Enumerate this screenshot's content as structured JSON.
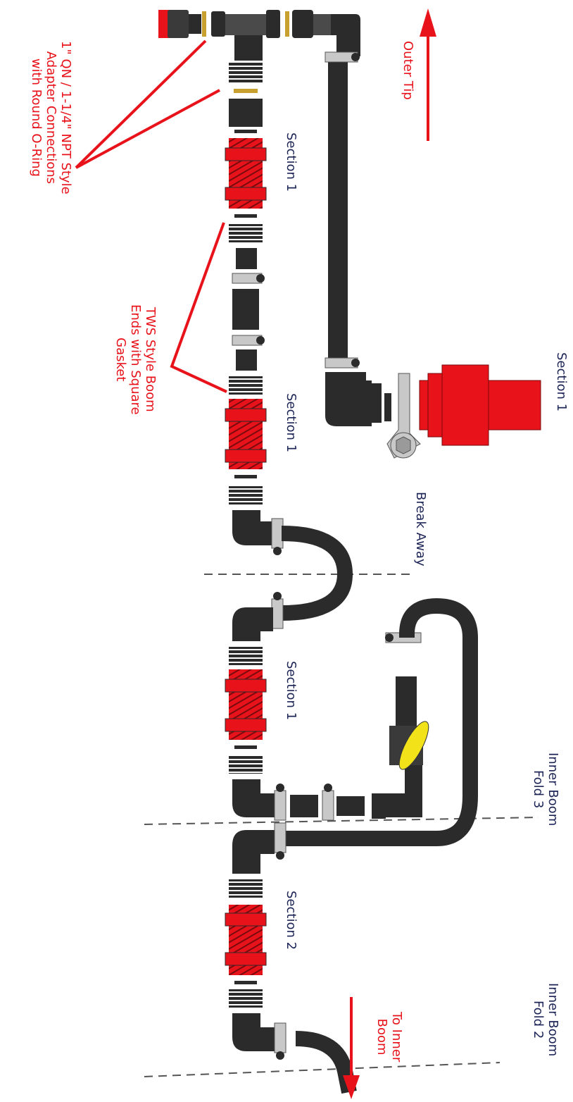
{
  "colors": {
    "pipe": "#2b2b2b",
    "pipe_light": "#4a4a4a",
    "valve_red": "#e8121a",
    "callout_red": "#e8121a",
    "label_navy": "#1c2456",
    "clamp_gray": "#c8c8c8",
    "oring_gold": "#c8a030",
    "handle_yellow": "#f2e21a",
    "fold_line": "#555555"
  },
  "labels": {
    "outer_tip": "Outer Tip",
    "qn_adapter": [
      "1\" QN / 1-1/4\" NPT Style",
      "Adapter Connections",
      "with Round O-Ring"
    ],
    "tws_ends": [
      "TWS Style Boom",
      "Ends with Square",
      "Gasket"
    ],
    "section_a": "Section 1",
    "section_b": "Section 1",
    "section_c": "Section 1",
    "section_d": "Section 2",
    "section_right": "Section 1",
    "break_away": "Break Away",
    "inner_fold_3": [
      "Inner Boom",
      "Fold 3"
    ],
    "inner_fold_2": [
      "Inner Boom",
      "Fold 2"
    ],
    "to_inner_boom": [
      "To Inner",
      "Boom"
    ]
  }
}
